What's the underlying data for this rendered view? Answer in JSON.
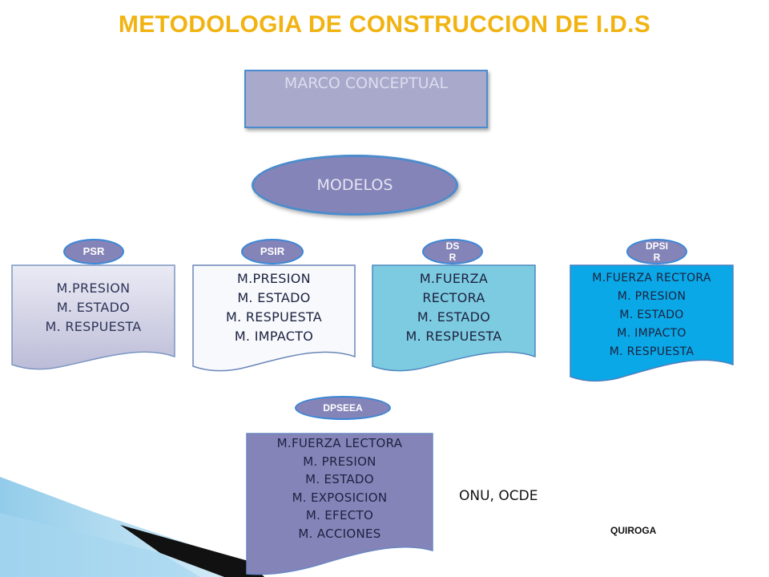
{
  "title": "METODOLOGIA DE CONSTRUCCION  DE I.D.S",
  "marco_conceptual": "MARCO CONCEPTUAL",
  "modelos": "MODELOS",
  "models": [
    {
      "tag": "PSR",
      "lines": [
        "M.PRESION",
        "M. ESTADO",
        "M. RESPUESTA"
      ]
    },
    {
      "tag": "PSIR",
      "lines": [
        "M.PRESION",
        "M. ESTADO",
        "M. RESPUESTA",
        "M. IMPACTO"
      ]
    },
    {
      "tag_lines": [
        "DS",
        "R"
      ],
      "lines": [
        "M.FUERZA",
        "RECTORA",
        "M. ESTADO",
        "M. RESPUESTA"
      ]
    },
    {
      "tag_lines": [
        "DPSI",
        "R"
      ],
      "lines": [
        "M.FUERZA RECTORA",
        "M. PRESION",
        "M. ESTADO",
        "M. IMPACTO",
        "M. RESPUESTA"
      ]
    },
    {
      "tag": "DPSEEA",
      "lines": [
        "M.FUERZA LECTORA",
        "M. PRESION",
        "M. ESTADO",
        "M. EXPOSICION",
        "M. EFECTO",
        "M. ACCIONES"
      ]
    }
  ],
  "footnote_orgs": "ONU, OCDE",
  "footnote_author": "QUIROGA",
  "colors": {
    "title": "#f1b311",
    "pill_fill": "#8584b8",
    "pill_border": "#3b87d6",
    "doc_psr_fill": "#d4d4e6",
    "doc_psir_fill": "#f7f9fc",
    "doc_dsr_fill": "#7dcbe0",
    "doc_dpsir_fill": "#0aa8e6",
    "doc_dpseea_fill": "#8584b8"
  }
}
